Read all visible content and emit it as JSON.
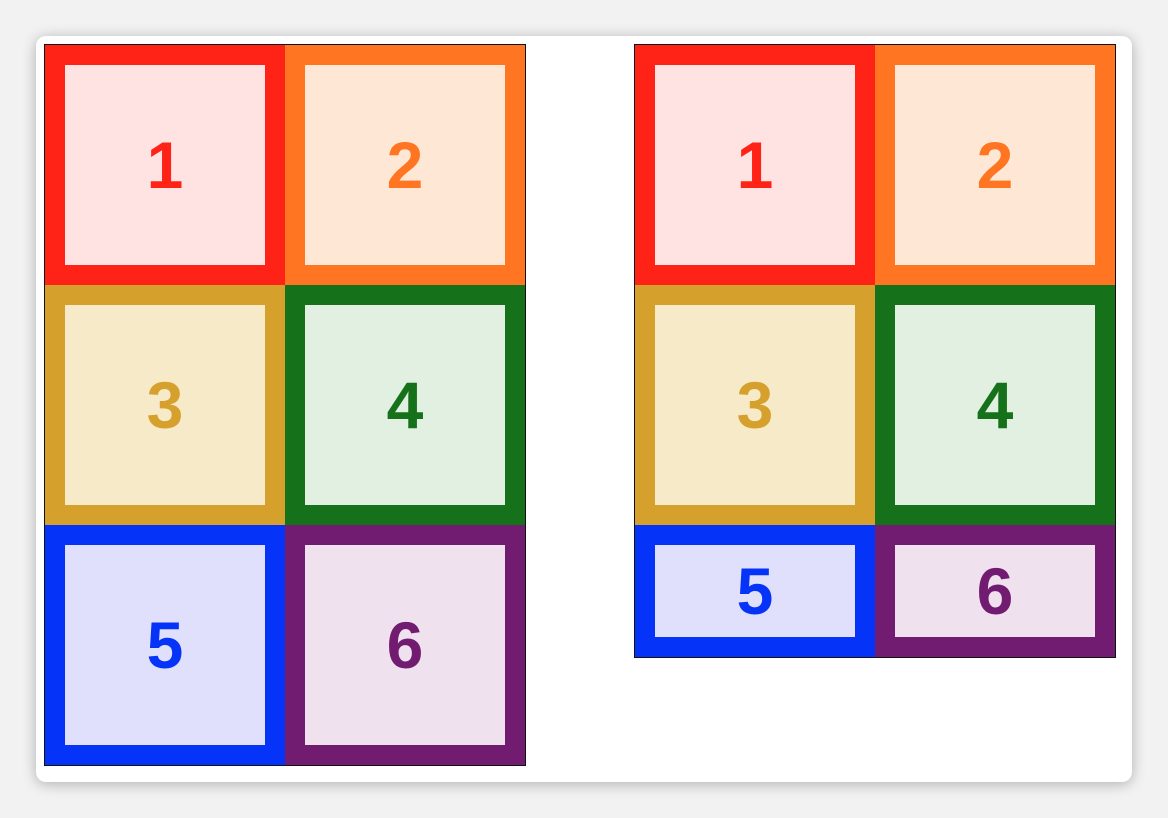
{
  "panels": [
    {
      "cells": [
        {
          "label": "1",
          "color": "#ff2317",
          "fill": "#ffe2e2"
        },
        {
          "label": "2",
          "color": "#ff7521",
          "fill": "#ffe7d6"
        },
        {
          "label": "3",
          "color": "#d6a02c",
          "fill": "#f7eac9"
        },
        {
          "label": "4",
          "color": "#16721a",
          "fill": "#e2f0e2"
        },
        {
          "label": "5",
          "color": "#0533f7",
          "fill": "#e0e0fd"
        },
        {
          "label": "6",
          "color": "#721c71",
          "fill": "#f0e1ef"
        }
      ]
    },
    {
      "cells": [
        {
          "label": "1",
          "color": "#ff2317",
          "fill": "#ffe2e2"
        },
        {
          "label": "2",
          "color": "#ff7521",
          "fill": "#ffe7d6"
        },
        {
          "label": "3",
          "color": "#d6a02c",
          "fill": "#f7eac9"
        },
        {
          "label": "4",
          "color": "#16721a",
          "fill": "#e2f0e2"
        },
        {
          "label": "5",
          "color": "#0533f7",
          "fill": "#e0e0fd"
        },
        {
          "label": "6",
          "color": "#721c71",
          "fill": "#f0e1ef"
        }
      ]
    }
  ]
}
